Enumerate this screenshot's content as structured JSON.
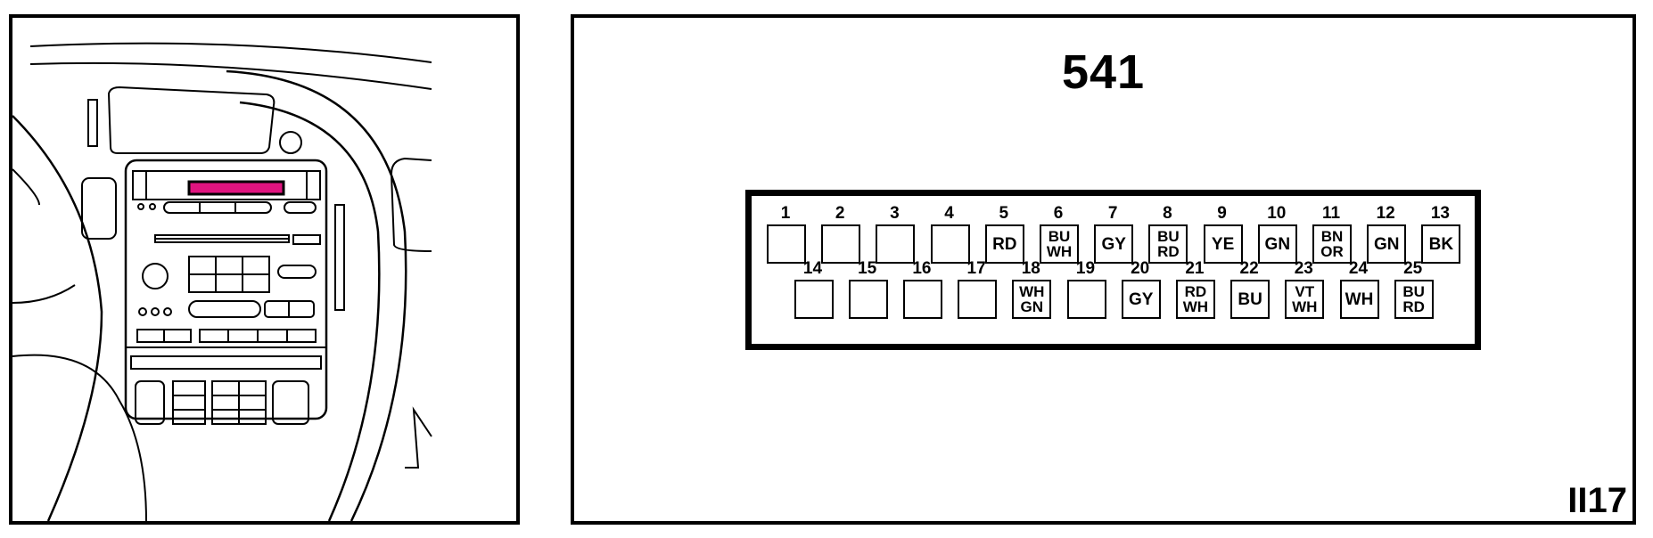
{
  "connector": {
    "title": "541",
    "figure_code": "II17",
    "pins": [
      {
        "num": "1",
        "wires": []
      },
      {
        "num": "2",
        "wires": []
      },
      {
        "num": "3",
        "wires": []
      },
      {
        "num": "4",
        "wires": []
      },
      {
        "num": "5",
        "wires": [
          "RD"
        ]
      },
      {
        "num": "6",
        "wires": [
          "BU",
          "WH"
        ]
      },
      {
        "num": "7",
        "wires": [
          "GY"
        ]
      },
      {
        "num": "8",
        "wires": [
          "BU",
          "RD"
        ]
      },
      {
        "num": "9",
        "wires": [
          "YE"
        ]
      },
      {
        "num": "10",
        "wires": [
          "GN"
        ]
      },
      {
        "num": "11",
        "wires": [
          "BN",
          "OR"
        ]
      },
      {
        "num": "12",
        "wires": [
          "GN"
        ]
      },
      {
        "num": "13",
        "wires": [
          "BK"
        ]
      },
      {
        "num": "14",
        "wires": []
      },
      {
        "num": "15",
        "wires": []
      },
      {
        "num": "16",
        "wires": []
      },
      {
        "num": "17",
        "wires": []
      },
      {
        "num": "18",
        "wires": [
          "WH",
          "GN"
        ]
      },
      {
        "num": "19",
        "wires": []
      },
      {
        "num": "20",
        "wires": [
          "GY"
        ]
      },
      {
        "num": "21",
        "wires": [
          "RD",
          "WH"
        ]
      },
      {
        "num": "22",
        "wires": [
          "BU"
        ]
      },
      {
        "num": "23",
        "wires": [
          "VT",
          "WH"
        ]
      },
      {
        "num": "24",
        "wires": [
          "WH"
        ]
      },
      {
        "num": "25",
        "wires": [
          "BU",
          "RD"
        ]
      }
    ]
  },
  "location_view": {
    "highlight_color": "#e0147f",
    "line_color": "#000000"
  }
}
